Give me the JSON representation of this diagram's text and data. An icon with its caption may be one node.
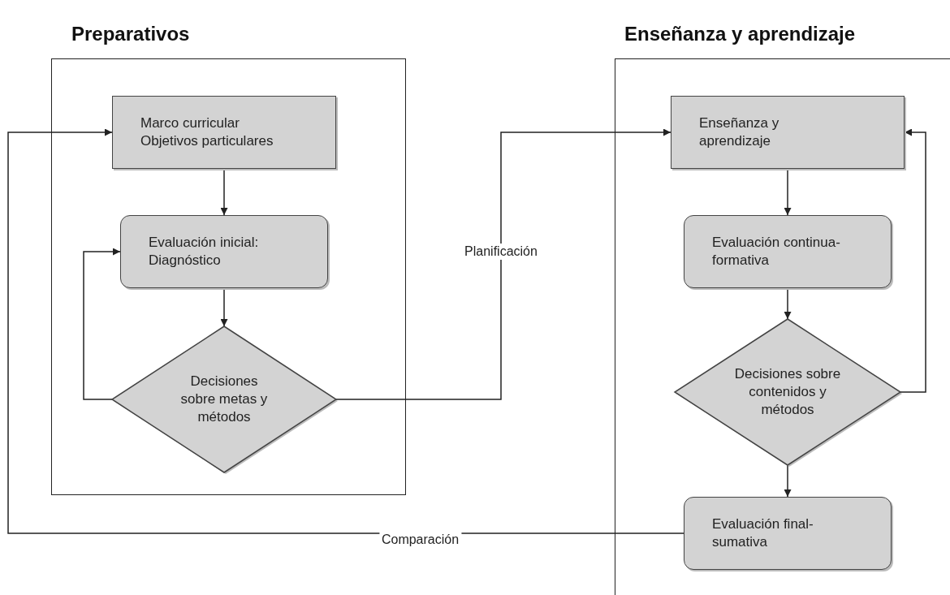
{
  "diagram": {
    "nodes": [
      {
        "text": [
          "Preparativos"
        ]
      },
      {
        "text": [
          "Marco curricular Objetivos particulares"
        ],
        "in": 0
      },
      {
        "text": [
          "Evaluación inicial: Diagnóstico"
        ],
        "in": 0
      },
      {
        "text": [
          "Decisiones sobre metas y métodos"
        ],
        "in": 0
      },
      {
        "text": [
          "Enseñanza y aprendizaje"
        ]
      },
      {
        "text": [
          "Enseñanza y aprendizaje"
        ],
        "in": 4
      },
      {
        "text": [
          "Evaluación continua-formativa"
        ],
        "in": 4
      },
      {
        "text": [
          "Decisiones sobre contenidos y métodos"
        ],
        "in": 4
      },
      {
        "text": [
          "Evaluación final-sumativa"
        ],
        "in": 4
      }
    ],
    "edges": [
      {
        "from": 1,
        "to": 2,
        "arrow": "to"
      },
      {
        "from": 2,
        "to": 3,
        "arrow": "to"
      },
      {
        "from": 3,
        "to": 2,
        "arrow": "to"
      },
      {
        "from": 3,
        "to": 5,
        "arrow": "to",
        "label": "Planificación"
      },
      {
        "from": 5,
        "to": 6,
        "arrow": "to"
      },
      {
        "from": 6,
        "to": 7,
        "arrow": "to"
      },
      {
        "from": 7,
        "to": 5,
        "arrow": "to"
      },
      {
        "from": 7,
        "to": 8,
        "arrow": "to"
      },
      {
        "from": 8,
        "to": 1,
        "arrow": "to",
        "label": "Comparación"
      }
    ]
  }
}
